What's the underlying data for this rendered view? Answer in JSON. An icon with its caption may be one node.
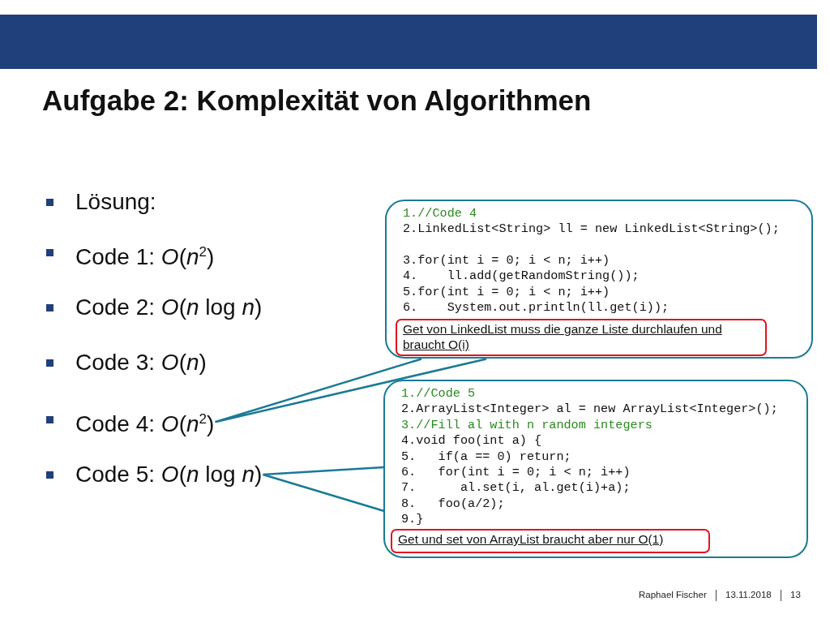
{
  "diagram": {
    "title": "Aufgabe 2: Komplexität von Algorithmen",
    "nodes": [
      {
        "text": [
          "Code 4: *O*(*n*$^{2}$)"
        ]
      },
      {
        "text": [
          "Code 5: *O*(*n* log *n*)"
        ]
      },
      {
        "text": [
          "1.//Code 4",
          "2.LinkedList<String> ll = new LinkedList<String>();",
          "3.for(int i = 0; i < n; i++)",
          "4.    ll.add(getRandomString());",
          "5.for(int i = 0; i < n; i++)",
          "6.    System.out.println(ll.get(i));"
        ]
      },
      {
        "text": [
          "Get von LinkedList muss die ganze Liste durchlaufen und braucht O(i)"
        ],
        "in": 2
      },
      {
        "text": [
          "1.//Code 5",
          "2.ArrayList<Integer> al = new ArrayList<Integer>();",
          "3.//Fill al with n random integers",
          "4.void foo(int a) {",
          "5.   if(a == 0) return;",
          "6.   for(int i = 0; i < n; i++)",
          "7.      al.set(i, al.get(i)+a);",
          "8.   foo(a/2);",
          "9.}"
        ]
      },
      {
        "text": [
          "Get und set von ArrayList braucht aber nur O(1)"
        ],
        "in": 4
      }
    ],
    "edges": [
      {
        "from": 0,
        "to": 2,
        "arrow": "none"
      },
      {
        "from": 1,
        "to": 4,
        "arrow": "none"
      }
    ],
    "labels": [
      "Lösung:",
      "Code 1: *O*(*n*$^{2}$)",
      "Code 2: *O*(*n* log *n*)",
      "Code 3: *O*(*n*)",
      "Raphael Fischer",
      "13.11.2018",
      "13"
    ]
  }
}
